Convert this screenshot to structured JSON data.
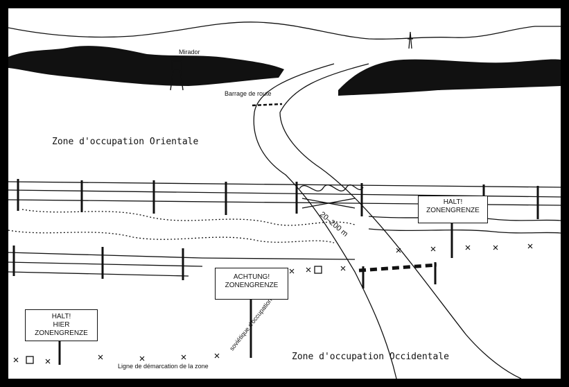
{
  "labels": {
    "mirador": "Mirador",
    "roadblock": "Barrage de route",
    "eastern_zone": "Zone d'occupation Orientale",
    "western_zone": "Zone d'occupation Occidentale",
    "demarcation_line": "Ligne de démarcation de la zone",
    "soviet_label": "soviétique d'occupation",
    "road_distance": "20–200 m"
  },
  "signs": {
    "halt_right": [
      "HALT!",
      "ZONENGRENZE"
    ],
    "achtung": [
      "ACHTUNG!",
      "ZONENGRENZE"
    ],
    "halt_left": [
      "HALT!",
      "HIER",
      "ZONENGRENZE"
    ]
  },
  "colors": {
    "ink": "#111111",
    "paper": "#ffffff",
    "border": "#000000"
  }
}
